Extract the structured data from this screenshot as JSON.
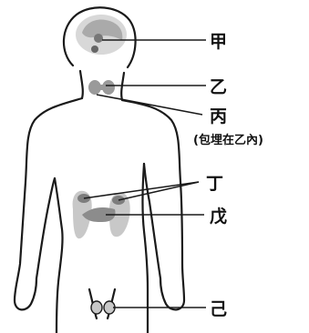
{
  "labels": {
    "jia": "甲",
    "yi": "乙",
    "bing": "丙",
    "bing_note": "(包埋在乙內)",
    "ding": "丁",
    "wu": "戊",
    "ji": "己"
  },
  "colors": {
    "outline": "#1a1a1a",
    "organ_fill": "#c8c8c8",
    "organ_dark": "#7d7d7d",
    "background": "#ffffff"
  }
}
